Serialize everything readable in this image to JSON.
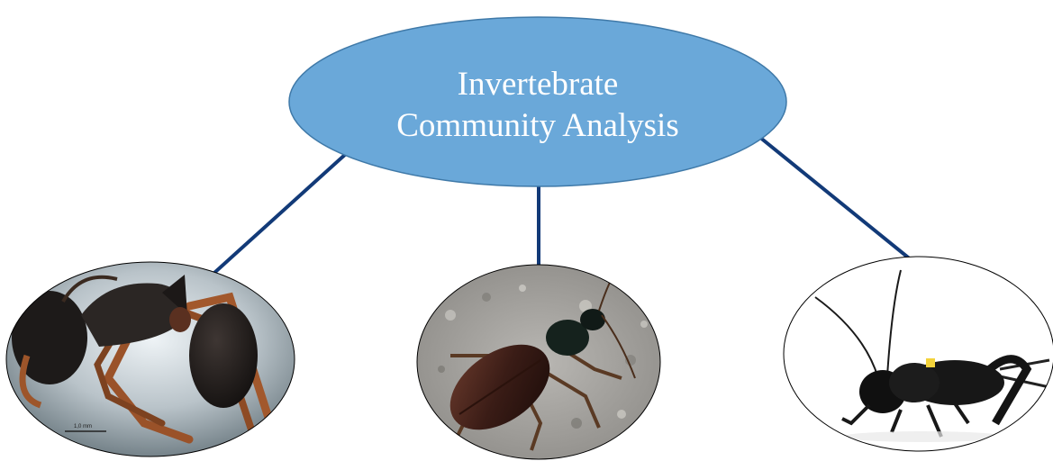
{
  "central_node": {
    "title_lines": [
      "Invertebrate",
      "Community Analysis"
    ],
    "fill_color": "#6aa8d9",
    "stroke_color": "#3f79a8"
  },
  "arrow_color": "#123a78",
  "children": [
    {
      "depicts": "ant-icon"
    },
    {
      "depicts": "ground-beetle-icon"
    },
    {
      "depicts": "cricket-icon"
    }
  ],
  "ant_photo": {
    "scale_label": "1,0 mm"
  }
}
